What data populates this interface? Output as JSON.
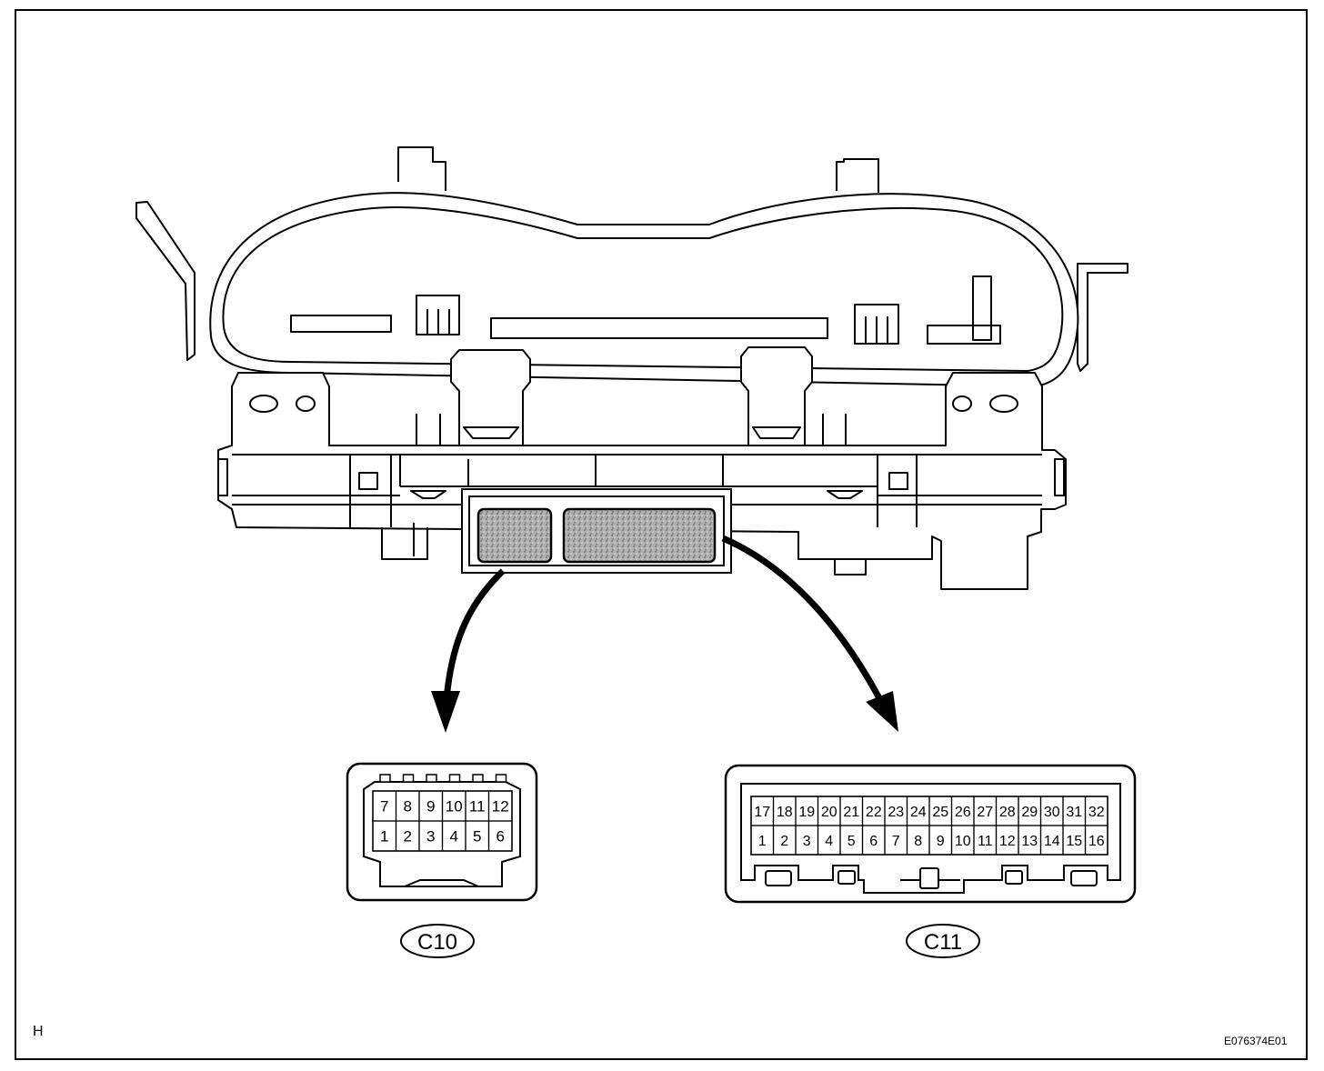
{
  "corner_letter": "H",
  "figure_code": "E076374E01",
  "connectors": [
    {
      "id": "c10",
      "label": "C10",
      "top_row": [
        "7",
        "8",
        "9",
        "10",
        "11",
        "12"
      ],
      "bottom_row": [
        "1",
        "2",
        "3",
        "4",
        "5",
        "6"
      ]
    },
    {
      "id": "c11",
      "label": "C11",
      "top_row": [
        "17",
        "18",
        "19",
        "20",
        "21",
        "22",
        "23",
        "24",
        "25",
        "26",
        "27",
        "28",
        "29",
        "30",
        "31",
        "32"
      ],
      "bottom_row": [
        "1",
        "2",
        "3",
        "4",
        "5",
        "6",
        "7",
        "8",
        "9",
        "10",
        "11",
        "12",
        "13",
        "14",
        "15",
        "16"
      ]
    }
  ],
  "colors": {
    "line": "#000000",
    "shade": "#c8c8c8",
    "background": "#ffffff"
  }
}
